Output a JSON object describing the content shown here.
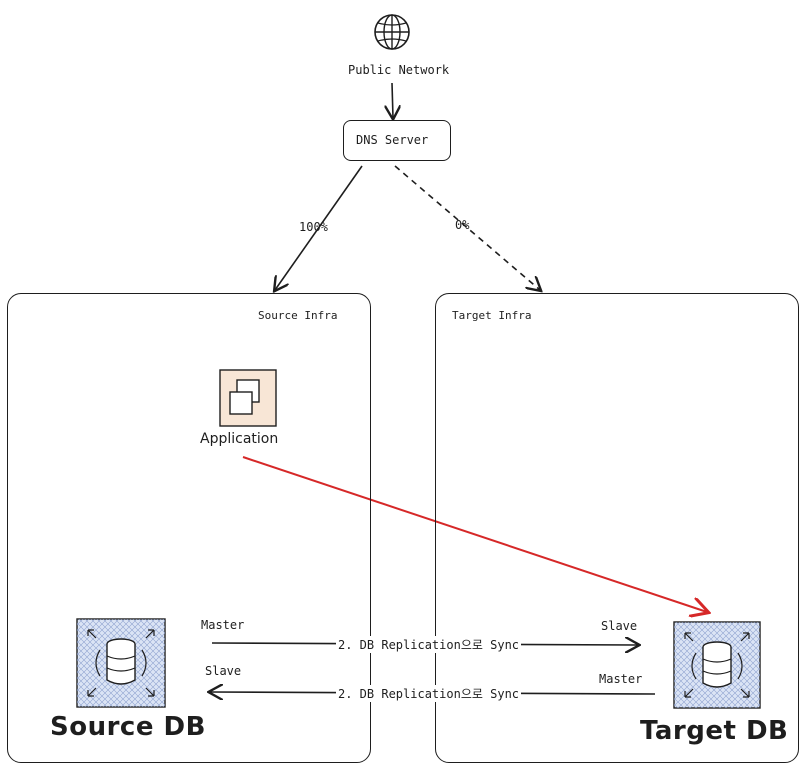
{
  "nodes": {
    "public_network": "Public Network",
    "dns_server": "DNS Server",
    "application": "Application",
    "source_db": "Source DB",
    "target_db": "Target DB"
  },
  "groups": {
    "source_infra": "Source Infra",
    "target_infra": "Target Infra"
  },
  "edges": {
    "to_source_pct": "100%",
    "to_target_pct": "0%",
    "repl_top_label": "2. DB Replication으로 Sync",
    "repl_bottom_label": "2. DB Replication으로 Sync",
    "src_top_role": "Master",
    "tgt_top_role": "Slave",
    "src_bottom_role": "Slave",
    "tgt_bottom_role": "Master"
  },
  "colors": {
    "app_to_target_arrow": "#d62828",
    "db_fill": "#dbe4f5",
    "app_fill": "#f8e6d6"
  }
}
